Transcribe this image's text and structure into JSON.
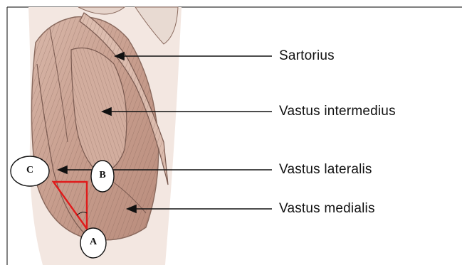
{
  "labels": {
    "sartorius": "Sartorius",
    "vastus_intermedius": "Vastus intermedius",
    "vastus_lateralis": "Vastus lateralis",
    "vastus_medialis": "Vastus medialis"
  },
  "points": {
    "a": "A",
    "b": "B",
    "c": "C"
  },
  "colors": {
    "muscle": "#c9a394",
    "muscle_dark": "#8a6a5e",
    "triangle": "#e01b1b",
    "leader_line": "#111111",
    "frame": "#333333"
  }
}
